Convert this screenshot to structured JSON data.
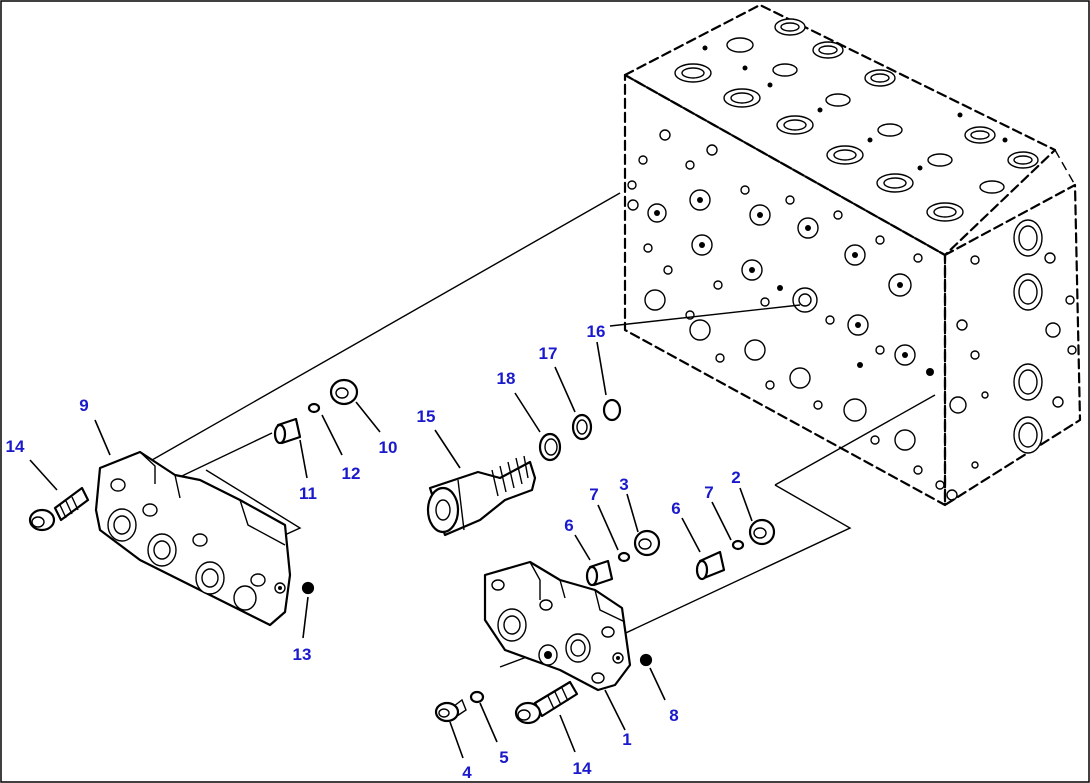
{
  "callouts": {
    "c1": "1",
    "c2": "2",
    "c3": "3",
    "c4": "4",
    "c5": "5",
    "c6a": "6",
    "c6b": "6",
    "c7a": "7",
    "c7b": "7",
    "c8": "8",
    "c9": "9",
    "c10": "10",
    "c11": "11",
    "c12": "12",
    "c13": "13",
    "c14a": "14",
    "c14b": "14",
    "c15": "15",
    "c16": "16",
    "c17": "17",
    "c18": "18"
  },
  "colors": {
    "callout": "#1a1acc",
    "line": "#000000",
    "background": "#ffffff"
  }
}
